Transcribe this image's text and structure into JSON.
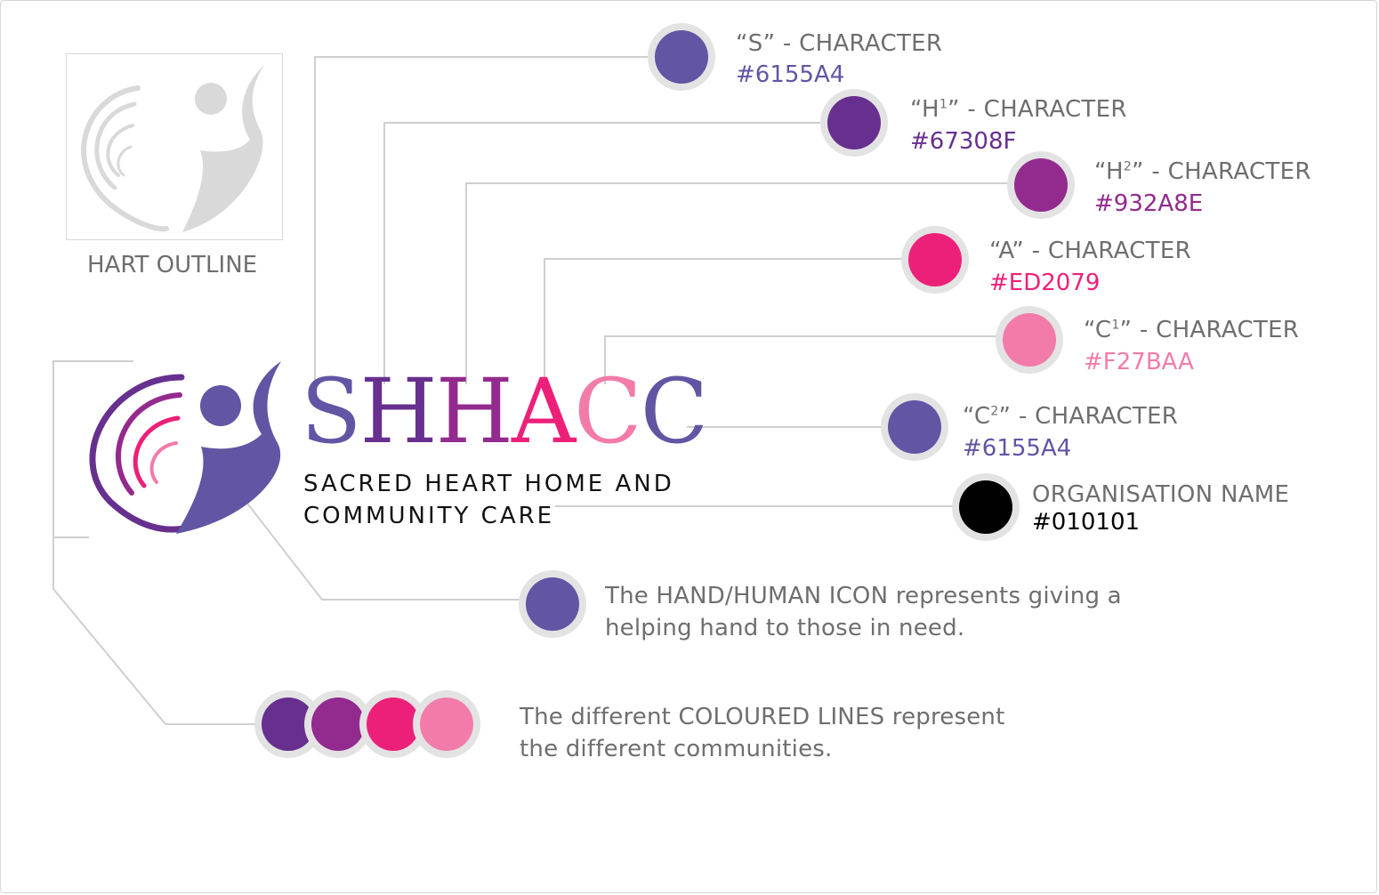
{
  "outline": {
    "caption": "HART OUTLINE"
  },
  "logo": {
    "letters": [
      {
        "char": "S",
        "color": "#6155A4"
      },
      {
        "char": "H",
        "color": "#67308F"
      },
      {
        "char": "H",
        "color": "#932A8E"
      },
      {
        "char": "A",
        "color": "#ED2079"
      },
      {
        "char": "C",
        "color": "#F27BAA"
      },
      {
        "char": "C",
        "color": "#6155A4"
      }
    ],
    "org_name_line1": "SACRED HEART HOME AND",
    "org_name_line2": "COMMUNITY CARE"
  },
  "swatches": [
    {
      "label": "“S” - CHARACTER",
      "hex": "#6155A4",
      "color": "#6155A4"
    },
    {
      "label_pre": "“H",
      "label_sup": "1",
      "label_post": "” - CHARACTER",
      "hex": "#67308F",
      "color": "#67308F"
    },
    {
      "label_pre": "“H",
      "label_sup": "2",
      "label_post": "” - CHARACTER",
      "hex": "#932A8E",
      "color": "#932A8E"
    },
    {
      "label": "“A” - CHARACTER",
      "hex": "#ED2079",
      "color": "#ED2079"
    },
    {
      "label_pre": "“C",
      "label_sup": "1",
      "label_post": "” - CHARACTER",
      "hex": "#F27BAA",
      "color": "#F27BAA"
    },
    {
      "label_pre": "“C",
      "label_sup": "2",
      "label_post": "” - CHARACTER",
      "hex": "#6155A4",
      "color": "#6155A4"
    },
    {
      "label": "ORGANISATION NAME",
      "hex": "#010101",
      "color": "#010101"
    }
  ],
  "hand_note": {
    "color": "#6155A4",
    "line1": "The HAND/HUMAN ICON represents giving a",
    "line2": "helping hand to those in need."
  },
  "lines_note": {
    "colors": [
      "#67308F",
      "#932A8E",
      "#ED2079",
      "#F27BAA"
    ],
    "line1": "The different COLOURED LINES represent",
    "line2": "the different communities."
  },
  "label_color": "#6e6e6e",
  "connector_color": "#cfcfcf"
}
